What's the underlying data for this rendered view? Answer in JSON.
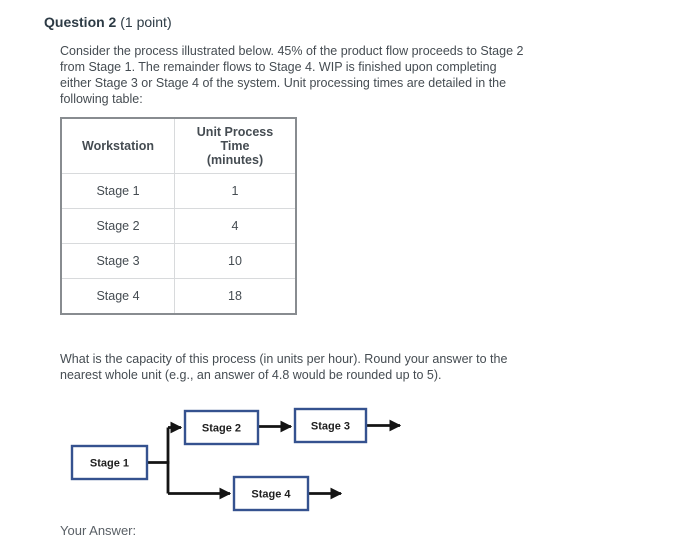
{
  "question": {
    "title": "Question 2",
    "points": "(1 point)",
    "intro": "Consider the process illustrated below. 45% of the product flow proceeds to Stage 2\nfrom Stage 1. The remainder flows to Stage 4. WIP is finished upon completing\neither Stage 3 or Stage 4 of the system. Unit processing times are detailed in the\nfollowing table:",
    "prompt": "What is the capacity of this process (in units per hour). Round your answer to the\nnearest whole unit (e.g., an answer of 4.8 would be rounded up to 5).",
    "answer_label": "Your Answer:"
  },
  "table": {
    "headers": {
      "workstation": "Workstation",
      "time": "Unit Process Time",
      "time_sub": "(minutes)"
    },
    "rows": [
      {
        "workstation": "Stage 1",
        "time": "1"
      },
      {
        "workstation": "Stage 2",
        "time": "4"
      },
      {
        "workstation": "Stage 3",
        "time": "10"
      },
      {
        "workstation": "Stage 4",
        "time": "18"
      }
    ]
  },
  "diagram": {
    "stages": [
      {
        "label": "Stage 1"
      },
      {
        "label": "Stage 2"
      },
      {
        "label": "Stage 3"
      },
      {
        "label": "Stage 4"
      }
    ]
  },
  "colors": {
    "box_border": "#35528f",
    "arrow": "#141414",
    "table_outer_border": "#888c90",
    "body_text": "#454c52"
  }
}
